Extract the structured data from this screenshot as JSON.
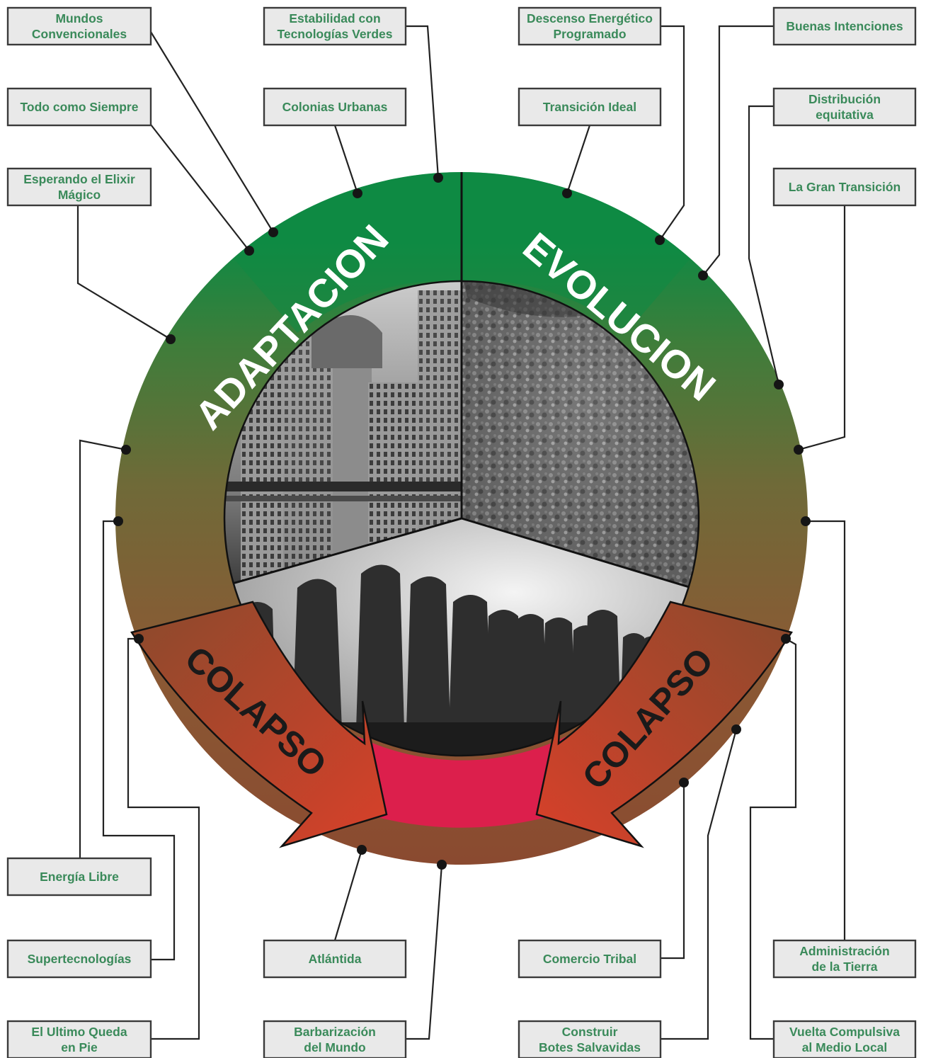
{
  "sections": {
    "adaptacion": "ADAPTACION",
    "evolucion": "EVOLUCION",
    "colapso_left": "COLAPSO",
    "colapso_right": "COLAPSO"
  },
  "scenarios": {
    "mundos_convencionales": [
      "Mundos",
      "Convencionales"
    ],
    "todo_como_siempre": [
      "Todo como Siempre"
    ],
    "esperando_elixir": [
      "Esperando el Elixir",
      "Mágico"
    ],
    "estabilidad_tecnologias_verdes": [
      "Estabilidad con",
      "Tecnologías Verdes"
    ],
    "colonias_urbanas": [
      "Colonias Urbanas"
    ],
    "descenso_energetico": [
      "Descenso Energético",
      "Programado"
    ],
    "transicion_ideal": [
      "Transición Ideal"
    ],
    "buenas_intenciones": [
      "Buenas Intenciones"
    ],
    "distribucion_equitativa": [
      "Distribución",
      "equitativa"
    ],
    "gran_transicion": [
      "La Gran Transición"
    ],
    "energia_libre": [
      "Energía Libre"
    ],
    "supertecnologias": [
      "Supertecnologías"
    ],
    "ultimo_queda_en_pie": [
      "El Ultimo Queda",
      "en Pie"
    ],
    "atlantida": [
      "Atlántida"
    ],
    "barbarizacion": [
      "Barbarización",
      "del Mundo"
    ],
    "comercio_tribal": [
      "Comercio Tribal"
    ],
    "botes_salvavidas": [
      "Construir",
      "Botes Salvavidas"
    ],
    "administracion_tierra": [
      "Administración",
      "de la Tierra"
    ],
    "vuelta_medio_local": [
      "Vuelta Compulsiva",
      "al Medio Local"
    ]
  },
  "colors": {
    "ring_top": "#0e8a44",
    "ring_mid": "#6f6a38",
    "ring_bottom": "#8a4a30",
    "arrow_top": "#8a4a2c",
    "arrow_bottom": "#d8402a",
    "collapse_zone": "#dc1f4c",
    "label_text": "#3a8a5a",
    "box_fill": "#e9e9e9"
  }
}
